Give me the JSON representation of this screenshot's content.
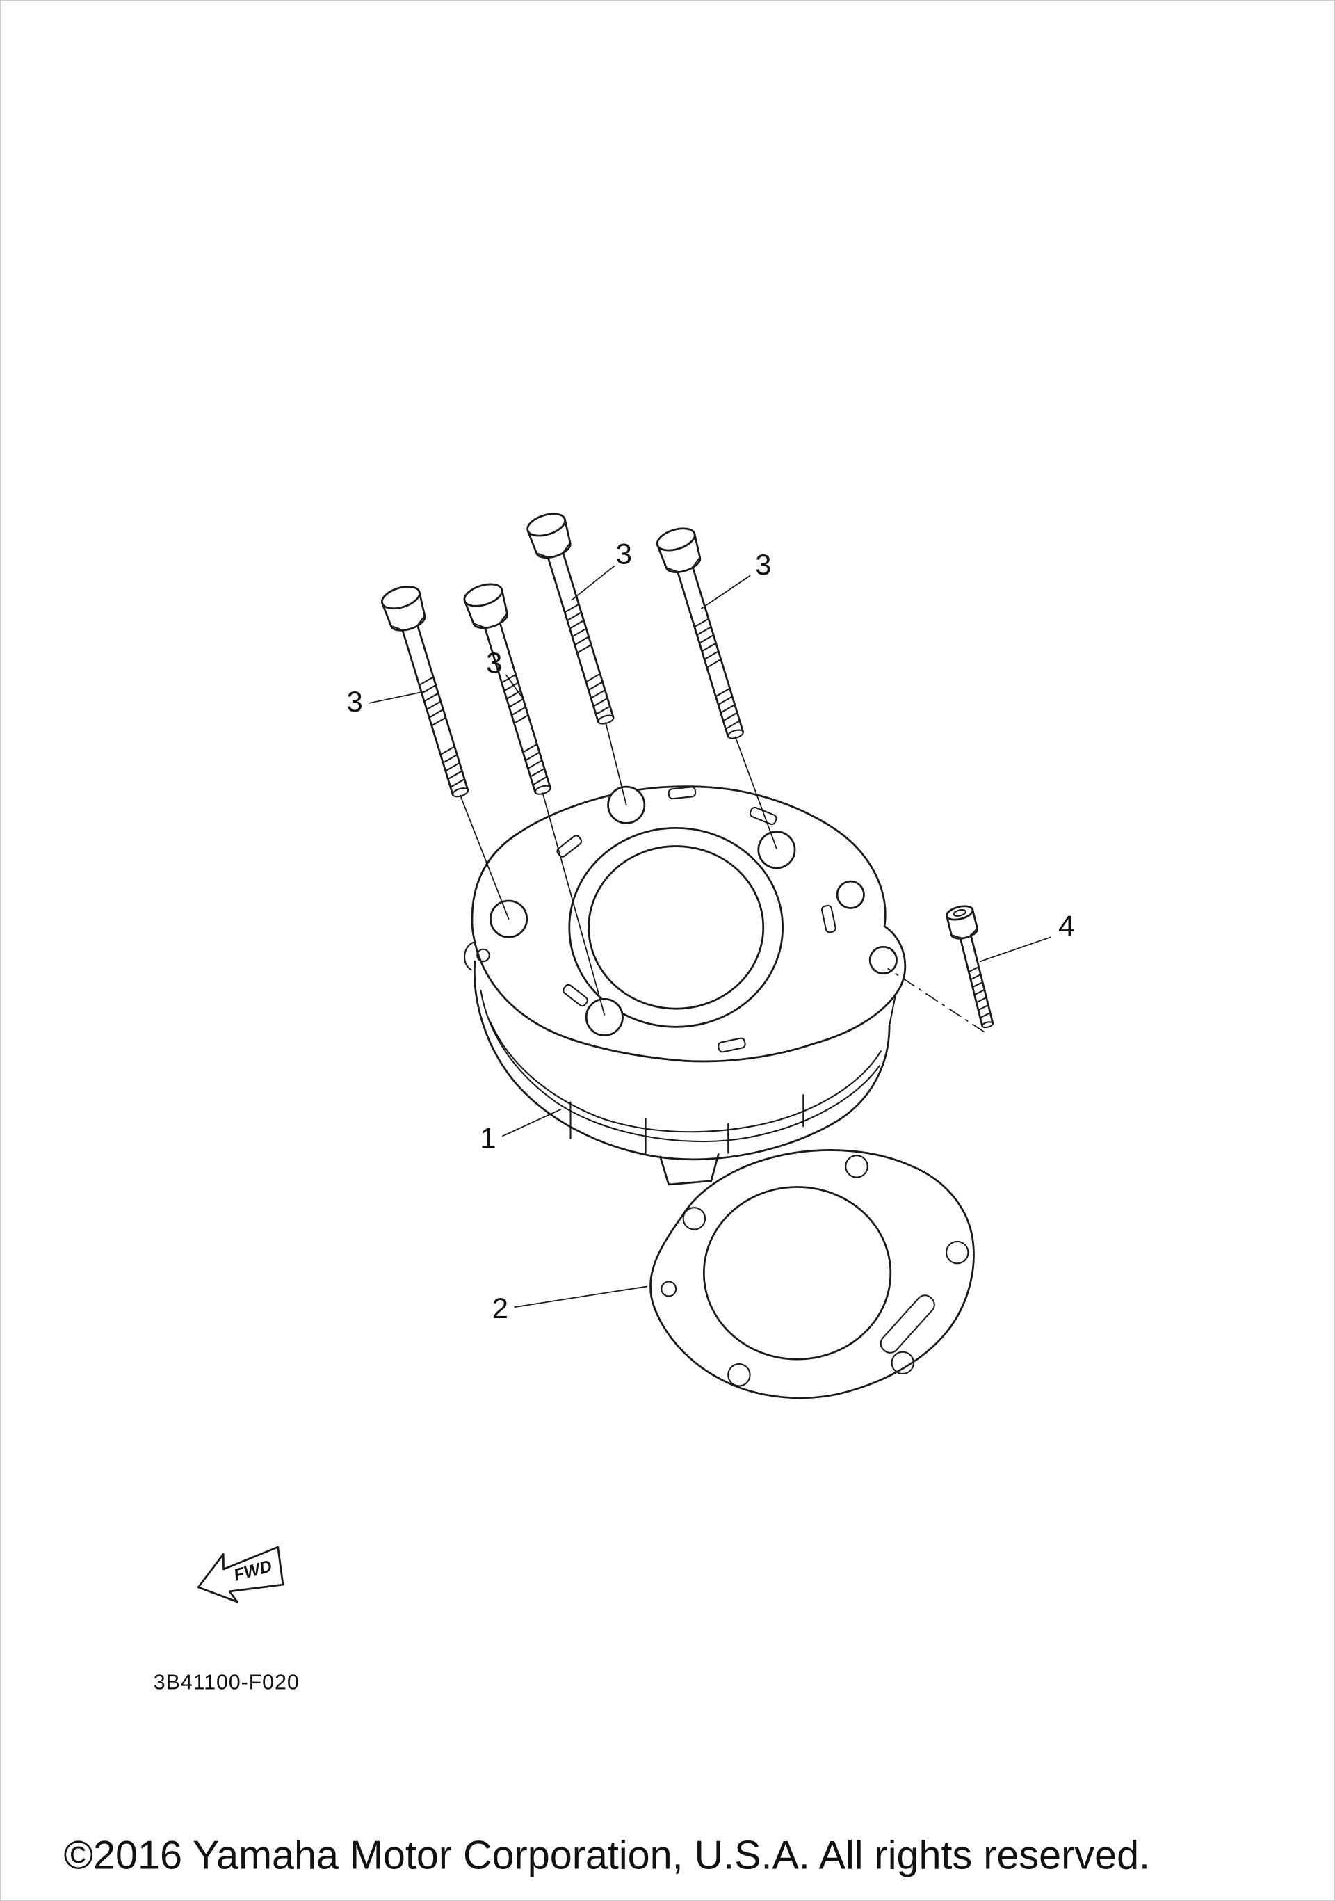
{
  "colors": {
    "line": "#1b1b1b",
    "background": "#ffffff"
  },
  "diagram": {
    "code": "3B41100-F020",
    "fwd_label": "FWD",
    "callouts": [
      {
        "label": "3"
      },
      {
        "label": "3"
      },
      {
        "label": "3"
      },
      {
        "label": "3"
      },
      {
        "label": "4"
      },
      {
        "label": "1"
      },
      {
        "label": "2"
      }
    ]
  },
  "footer": {
    "copyright": "©2016 Yamaha Motor Corporation, U.S.A. All rights reserved."
  }
}
